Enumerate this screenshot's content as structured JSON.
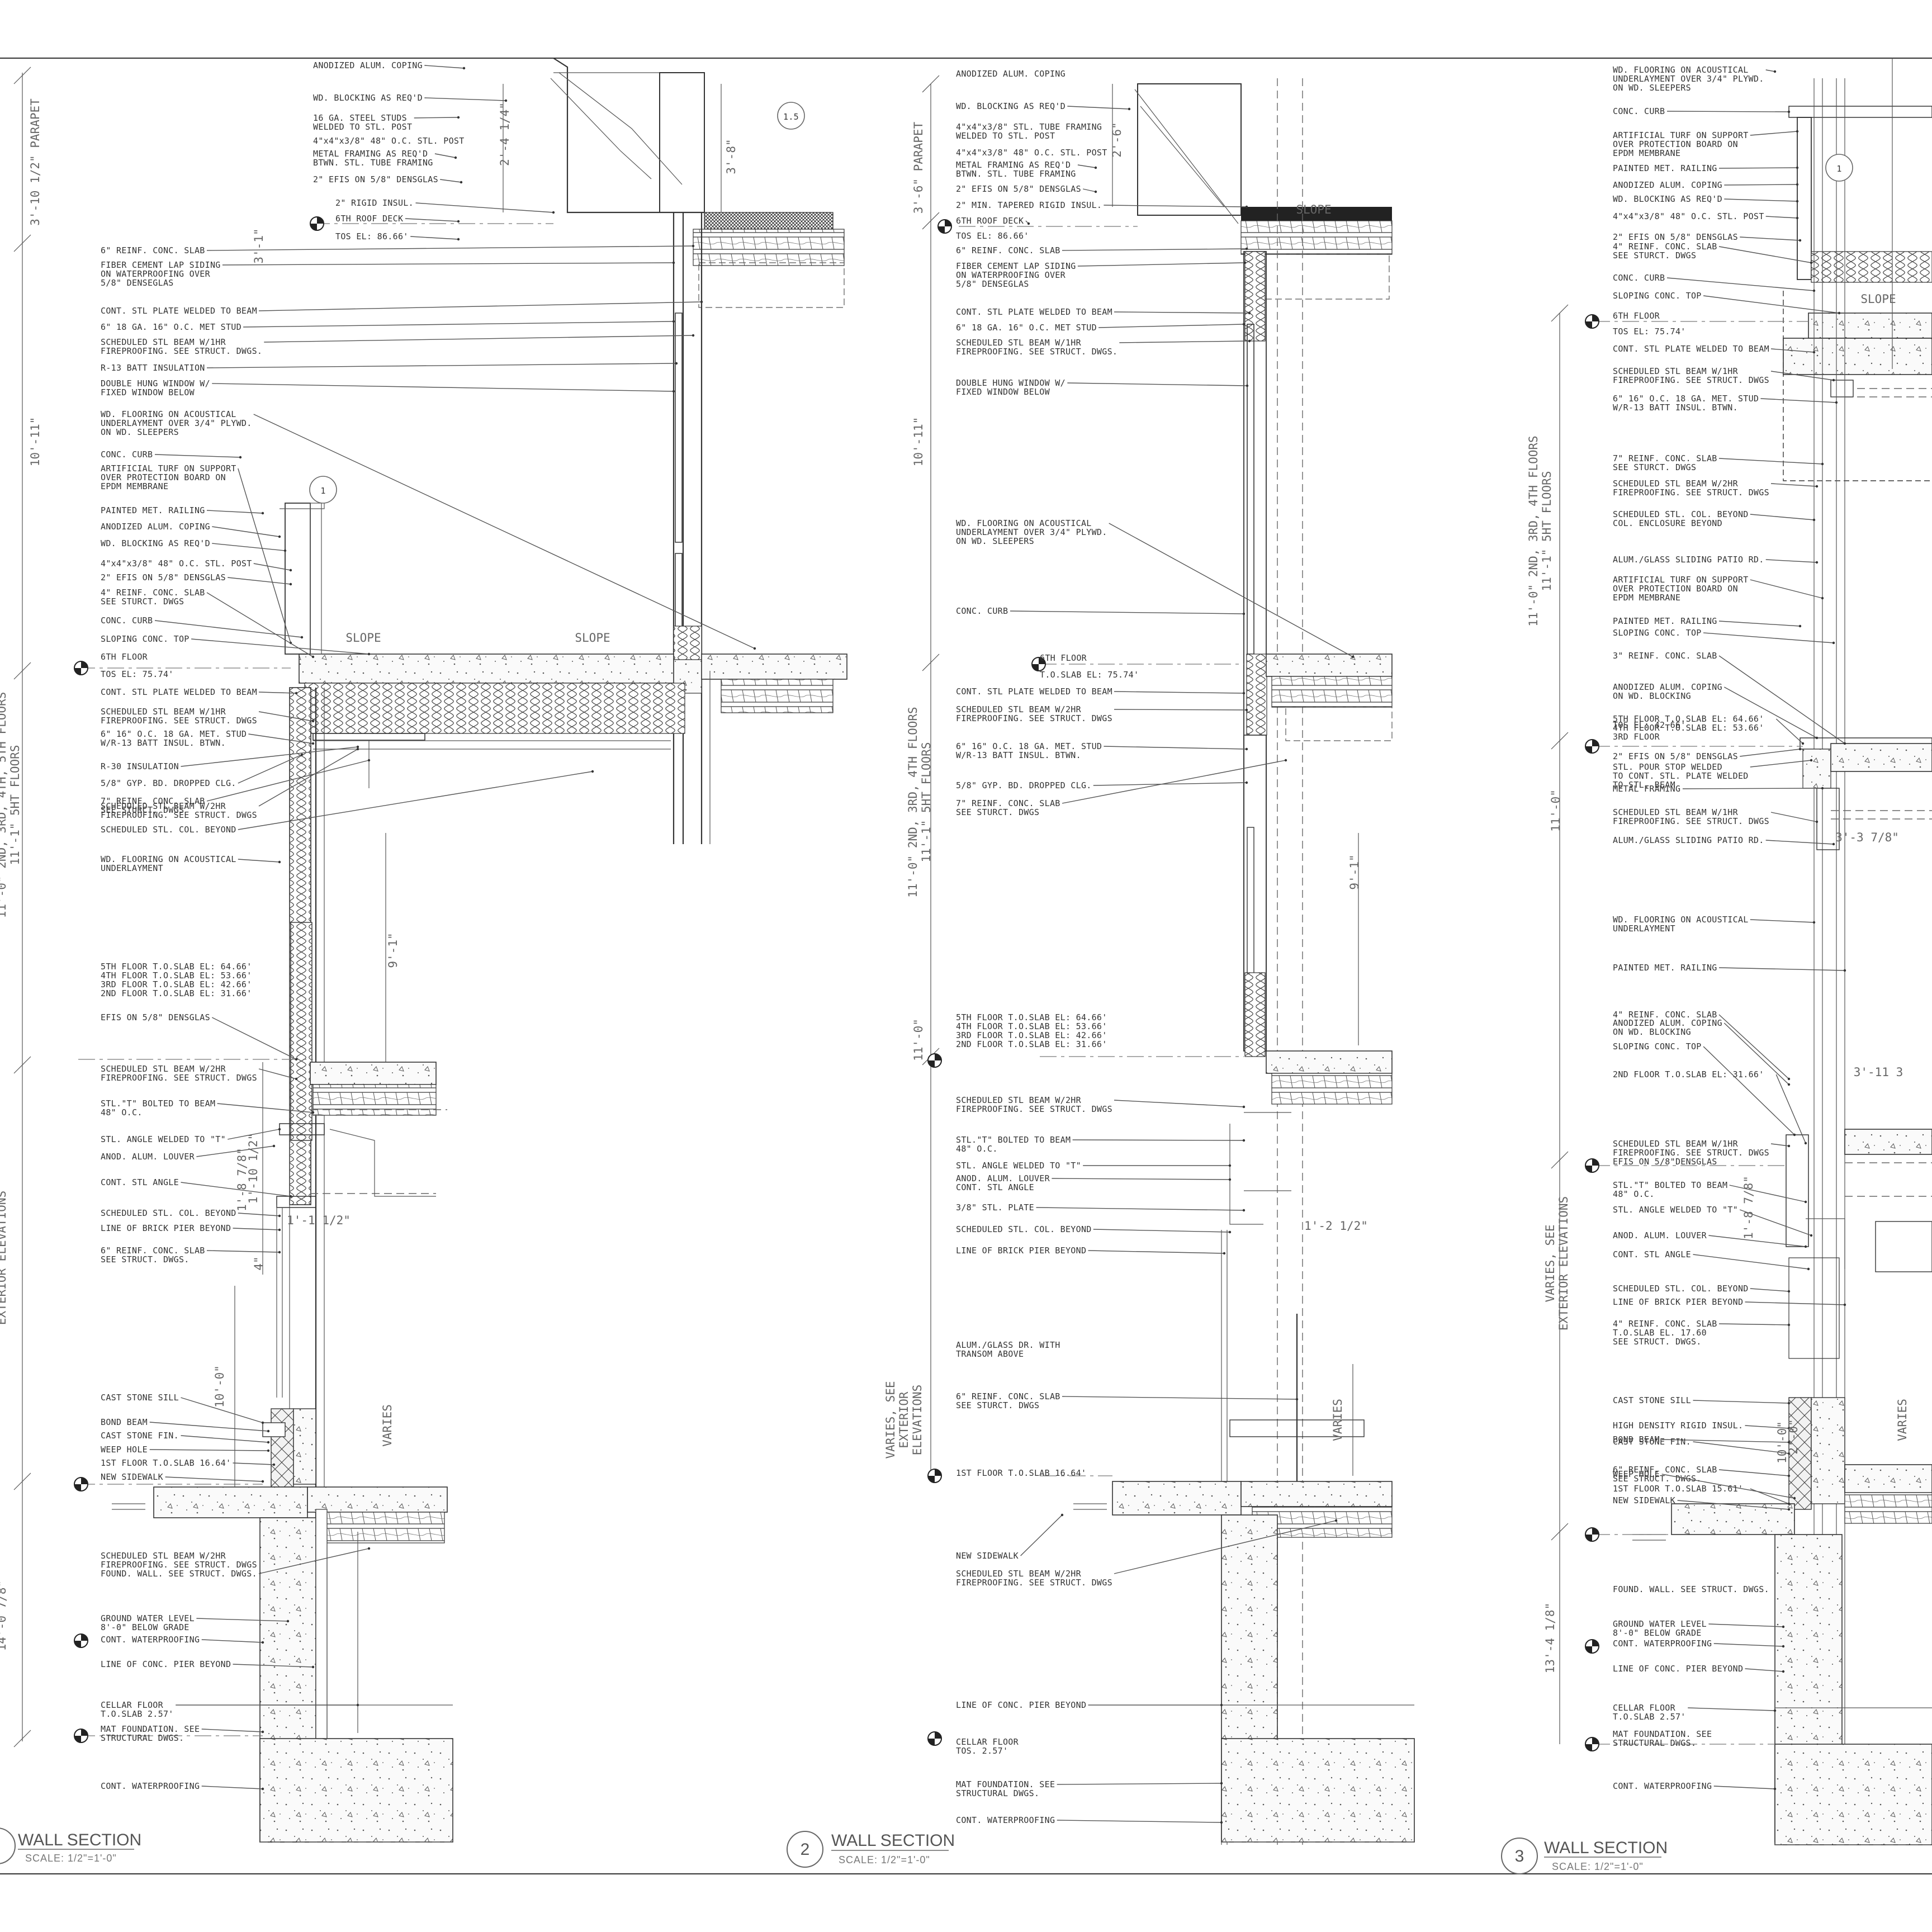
{
  "sections": [
    {
      "number": "",
      "title": "WALL SECTION",
      "scale": "SCALE: 1/2\"=1'-0\"",
      "callout": "1.5",
      "detail_callout": "1",
      "labels": [
        "ANODIZED ALUM. COPING",
        "WD. BLOCKING AS REQ'D",
        "16 GA. STEEL STUDS\nWELDED TO STL. POST",
        "4\"x4\"x3/8\" 48\" O.C. STL. POST",
        "METAL FRAMING AS REQ'D\nBTWN. STL. TUBE FRAMING",
        "2\" EFIS ON 5/8\" DENSGLAS",
        "2\" RIGID INSUL.",
        "6TH ROOF DECK",
        "TOS EL: 86.66'",
        "6\" REINF. CONC. SLAB",
        "FIBER CEMENT LAP SIDING\nON WATERPROOFING OVER\n5/8\" DENSEGLAS",
        "CONT. STL PLATE WELDED TO BEAM",
        "6\" 18 GA. 16\" O.C. MET STUD",
        "SCHEDULED STL BEAM W/1HR\nFIREPROOFING. SEE STRUCT. DWGS.",
        "R-13 BATT INSULATION",
        "DOUBLE HUNG WINDOW W/\nFIXED WINDOW BELOW",
        "WD. FLOORING ON ACOUSTICAL\nUNDERLAYMENT OVER 3/4\" PLYWD.\nON WD. SLEEPERS",
        "CONC. CURB",
        "ARTIFICIAL TURF ON SUPPORT\nOVER PROTECTION BOARD ON\nEPDM MEMBRANE",
        "PAINTED MET. RAILING",
        "ANODIZED ALUM. COPING",
        "WD. BLOCKING AS REQ'D",
        "4\"x4\"x3/8\" 48\" O.C. STL. POST",
        "2\" EFIS ON 5/8\" DENSGLAS",
        "4\" REINF. CONC. SLAB\nSEE STURCT. DWGS",
        "CONC. CURB",
        "SLOPING CONC. TOP",
        "6TH FLOOR",
        "TOS EL: 75.74'",
        "CONT. STL PLATE WELDED TO BEAM",
        "SCHEDULED STL BEAM W/1HR\nFIREPROOFING. SEE STRUCT. DWGS",
        "6\" 16\" O.C. 18 GA. MET. STUD\nW/R-13 BATT INSUL. BTWN.",
        "R-30 INSULATION",
        "5/8\" GYP. BD. DROPPED CLG.",
        "7\" REINF. CONC. SLAB\nSEE STURCT. DWGS",
        "SCHEDULED STL BEAM W/2HR\nFIREPROOFING. SEE STRUCT. DWGS",
        "SCHEDULED STL. COL. BEYOND",
        "WD. FLOORING ON ACOUSTICAL\nUNDERLAYMENT",
        "5TH FLOOR   T.O.SLAB EL: 64.66'\n4TH FLOOR   T.O.SLAB EL: 53.66'\n3RD FLOOR   T.O.SLAB EL: 42.66'\n2ND FLOOR   T.O.SLAB EL: 31.66'",
        "EFIS ON 5/8\" DENSGLAS",
        "SCHEDULED STL BEAM W/2HR\nFIREPROOFING. SEE STRUCT. DWGS",
        "STL.\"T\" BOLTED TO BEAM\n48\" O.C.",
        "STL. ANGLE WELDED TO \"T\"",
        "ANOD. ALUM. LOUVER",
        "CONT. STL ANGLE",
        "SCHEDULED STL. COL. BEYOND",
        "LINE OF BRICK PIER BEYOND",
        "6\" REINF. CONC. SLAB\nSEE STRUCT. DWGS.",
        "CAST STONE SILL",
        "BOND BEAM",
        "CAST STONE FIN.",
        "WEEP HOLE",
        "1ST FLOOR T.O.SLAB 16.64'",
        "NEW SIDEWALK",
        "SCHEDULED STL BEAM W/2HR\nFIREPROOFING. SEE STRUCT. DWGS",
        "FOUND. WALL. SEE STRUCT. DWGS.",
        "GROUND WATER LEVEL\n8'-0\" BELOW GRADE",
        "CONT. WATERPROOFING",
        "LINE OF CONC. PIER BEYOND",
        "CELLAR FLOOR\nT.O.SLAB 2.57'",
        "MAT FOUNDATION. SEE\nSTRUCTURAL DWGS.",
        "CONT. WATERPROOFING"
      ],
      "dims": [
        "3'-10 1/2\" PARAPET",
        "10'-11\"",
        "11'-0\" 2ND, 3RD, 4TH, 5TH FLOORS\n11'-1\" 5HT FLOORS",
        "EXTERIOR ELEVATIONS",
        "14'-0 7/8\"",
        "2'-4 1/4\"",
        "3'-8\"",
        "3'-1\"",
        "9'-1\"",
        "1'-10 1/2\"",
        "10'-0\"",
        "1'-8 7/8\"",
        "4\"",
        "VARIES",
        "SLOPE",
        "SLOPE",
        "1'-1 1/2\""
      ]
    },
    {
      "number": "2",
      "title": "WALL SECTION",
      "scale": "SCALE: 1/2\"=1'-0\"",
      "labels": [
        "ANODIZED ALUM. COPING",
        "WD. BLOCKING AS REQ'D",
        "4\"x4\"x3/8\" STL. TUBE FRAMING\nWELDED TO STL. POST",
        "4\"x4\"x3/8\" 48\" O.C. STL. POST",
        "METAL FRAMING AS REQ'D\nBTWN. STL. TUBE FRAMING",
        "2\" EFIS ON 5/8\" DENSGLAS",
        "2\" MIN. TAPERED RIGID INSUL.",
        "6TH ROOF DECK",
        "TOS EL: 86.66'",
        "6\" REINF. CONC. SLAB",
        "FIBER CEMENT LAP SIDING\nON WATERPROOFING OVER\n5/8\" DENSEGLAS",
        "CONT. STL PLATE WELDED TO BEAM",
        "6\" 18 GA. 16\" O.C. MET STUD",
        "SCHEDULED STL BEAM W/1HR\nFIREPROOFING. SEE STRUCT. DWGS.",
        "DOUBLE HUNG WINDOW W/\nFIXED WINDOW BELOW",
        "WD. FLOORING ON ACOUSTICAL\nUNDERLAYMENT OVER 3/4\" PLYWD.\nON WD. SLEEPERS",
        "CONC. CURB",
        "6TH FLOOR",
        "T.O.SLAB EL: 75.74'",
        "CONT. STL PLATE WELDED TO BEAM",
        "SCHEDULED STL BEAM W/2HR\nFIREPROOFING. SEE STRUCT. DWGS",
        "6\" 16\" O.C. 18 GA. MET. STUD\nW/R-13 BATT INSUL. BTWN.",
        "5/8\" GYP. BD. DROPPED CLG.",
        "7\" REINF. CONC. SLAB\nSEE STURCT. DWGS",
        "5TH FLOOR   T.O.SLAB EL: 64.66'\n4TH FLOOR   T.O.SLAB EL: 53.66'\n3RD FLOOR   T.O.SLAB EL: 42.66'\n2ND FLOOR   T.O.SLAB EL: 31.66'",
        "SCHEDULED STL BEAM W/2HR\nFIREPROOFING. SEE STRUCT. DWGS",
        "STL.\"T\" BOLTED TO BEAM\n48\" O.C.",
        "STL. ANGLE WELDED TO \"T\"",
        "ANOD. ALUM. LOUVER\nCONT. STL ANGLE",
        "3/8\" STL. PLATE",
        "SCHEDULED STL. COL. BEYOND",
        "LINE OF BRICK PIER BEYOND",
        "ALUM./GLASS DR. WITH\nTRANSOM ABOVE",
        "6\" REINF. CONC. SLAB\nSEE STURCT. DWGS",
        "1ST FLOOR T.O.SLAB  16.64'",
        "NEW SIDEWALK",
        "SCHEDULED STL BEAM W/2HR\nFIREPROOFING. SEE STRUCT. DWGS",
        "LINE OF CONC. PIER BEYOND",
        "CELLAR FLOOR\nTOS. 2.57'",
        "MAT FOUNDATION. SEE\nSTRUCTURAL DWGS.",
        "CONT. WATERPROOFING"
      ],
      "dims": [
        "3'-6\" PARAPET",
        "10'-11\"",
        "11'-0\" 2ND, 3RD, 4TH FLOORS\n11'-1\" 5HT FLOORS",
        "11'-0\"",
        "VARIES, SEE\nEXTERIOR\nELEVATIONS",
        "2'-6\"",
        "9'-1\"",
        "1'-2 1/2\"",
        "VARIES",
        "SLOPE"
      ]
    },
    {
      "number": "3",
      "title": "WALL SECTION",
      "scale": "SCALE: 1/2\"=1'-0\"",
      "detail_callout": "1",
      "labels": [
        "WD. FLOORING ON ACOUSTICAL\nUNDERLAYMENT OVER 3/4\" PLYWD.\nON WD. SLEEPERS",
        "CONC. CURB",
        "ARTIFICIAL TURF ON SUPPORT\nOVER PROTECTION BOARD ON\nEPDM MEMBRANE",
        "PAINTED MET. RAILING",
        "ANODIZED ALUM. COPING",
        "WD. BLOCKING AS REQ'D",
        "4\"x4\"x3/8\" 48\" O.C. STL. POST",
        "2\" EFIS ON 5/8\" DENSGLAS",
        "4\" REINF. CONC. SLAB\nSEE STURCT. DWGS",
        "CONC. CURB",
        "SLOPING CONC. TOP",
        "6TH FLOOR",
        "TOS EL: 75.74'",
        "CONT. STL PLATE WELDED TO BEAM",
        "SCHEDULED STL BEAM W/1HR\nFIREPROOFING. SEE STRUCT. DWGS",
        "6\" 16\" O.C. 18 GA. MET. STUD\nW/R-13 BATT INSUL. BTWN.",
        "7\" REINF. CONC. SLAB\nSEE STURCT. DWGS",
        "SCHEDULED STL BEAM W/2HR\nFIREPROOFING. SEE STRUCT. DWGS",
        "SCHEDULED STL. COL. BEYOND\nCOL. ENCLOSURE BEYOND",
        "ALUM./GLASS SLIDING PATIO RD.",
        "ARTIFICIAL TURF ON SUPPORT\nOVER PROTECTION BOARD ON\nEPDM MEMBRANE",
        "PAINTED MET. RAILING",
        "SLOPING CONC. TOP",
        "3\" REINF. CONC. SLAB",
        "ANODIZED ALUM. COPING\nON WD. BLOCKING",
        "5TH FLOOR   T.O.SLAB EL: 64.66'\n4TH FLOOR   T.O.SLAB EL: 53.66'\n3RD FLOOR",
        "TOS EL: 42.66'",
        "2\" EFIS ON 5/8\" DENSGLAS",
        "STL. POUR STOP WELDED\nTO CONT. STL. PLATE WELDED\nTO STL. BEAM",
        "METAL FRAMING",
        "SCHEDULED STL BEAM W/1HR\nFIREPROOFING. SEE STRUCT. DWGS",
        "ALUM./GLASS SLIDING PATIO RD.",
        "WD. FLOORING ON ACOUSTICAL\nUNDERLAYMENT",
        "PAINTED MET. RAILING",
        "4\" REINF. CONC. SLAB",
        "ANODIZED ALUM. COPING\nON WD. BLOCKING",
        "SLOPING CONC. TOP",
        "2ND FLOOR   T.O.SLAB EL: 31.66'",
        "EFIS ON 5/8\"DENSGLAS",
        "SCHEDULED STL BEAM W/1HR\nFIREPROOFING. SEE STRUCT. DWGS",
        "STL.\"T\" BOLTED TO BEAM\n48\" O.C.",
        "STL. ANGLE WELDED TO \"T\"",
        "ANOD. ALUM. LOUVER",
        "CONT. STL ANGLE",
        "SCHEDULED STL. COL. BEYOND",
        "LINE OF BRICK PIER BEYOND",
        "4\" REINF. CONC. SLAB\nT.O.SLAB EL. 17.60\nSEE STRUCT. DWGS.",
        "CAST STONE SILL",
        "HIGH DENSITY RIGID INSUL.",
        "BOND BEAM",
        "CAST STONE FIN.",
        "6\" REINF. CONC. SLAB\nSEE STRUCT. DWGS.",
        "WEEP HOLE",
        "1ST FLOOR T.O.SLAB  15.61'",
        "NEW SIDEWALK",
        "FOUND. WALL. SEE STRUCT. DWGS.",
        "GROUND WATER LEVEL\n8'-0\" BELOW GRADE",
        "CONT. WATERPROOFING",
        "LINE OF CONC. PIER BEYOND",
        "CELLAR FLOOR\nT.O.SLAB 2.57'",
        "MAT FOUNDATION. SEE\nSTRUCTURAL DWGS.",
        "CONT. WATERPROOFING"
      ],
      "dims": [
        "11'-0\" 2ND, 3RD, 4TH FLOORS\n11'-1\" 5HT FLOORS",
        "11'-0\"",
        "VARIES, SEE\nEXTERIOR ELEVATIONS",
        "13'-4 1/8\"",
        "3'-3 7/8\"",
        "3'-11 3",
        "10'-0\"",
        "VARIES",
        "SLOPE",
        "1'-8 7/8\"",
        "2'-0\""
      ]
    }
  ]
}
